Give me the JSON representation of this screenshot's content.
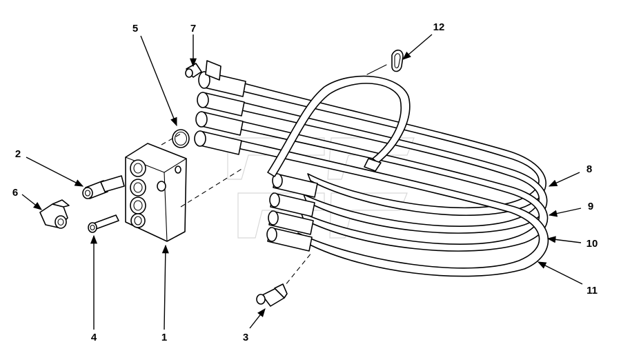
{
  "callouts": [
    {
      "id": "c1",
      "label": "1"
    },
    {
      "id": "c2",
      "label": "2"
    },
    {
      "id": "c3",
      "label": "3"
    },
    {
      "id": "c4",
      "label": "4"
    },
    {
      "id": "c5",
      "label": "5"
    },
    {
      "id": "c6",
      "label": "6"
    },
    {
      "id": "c7",
      "label": "7"
    },
    {
      "id": "c8",
      "label": "8"
    },
    {
      "id": "c9",
      "label": "9"
    },
    {
      "id": "c10",
      "label": "10"
    },
    {
      "id": "c11",
      "label": "11"
    },
    {
      "id": "c12",
      "label": "12"
    }
  ],
  "colors": {
    "line": "#000000",
    "background": "#ffffff",
    "watermark": "#d8d8d8"
  }
}
